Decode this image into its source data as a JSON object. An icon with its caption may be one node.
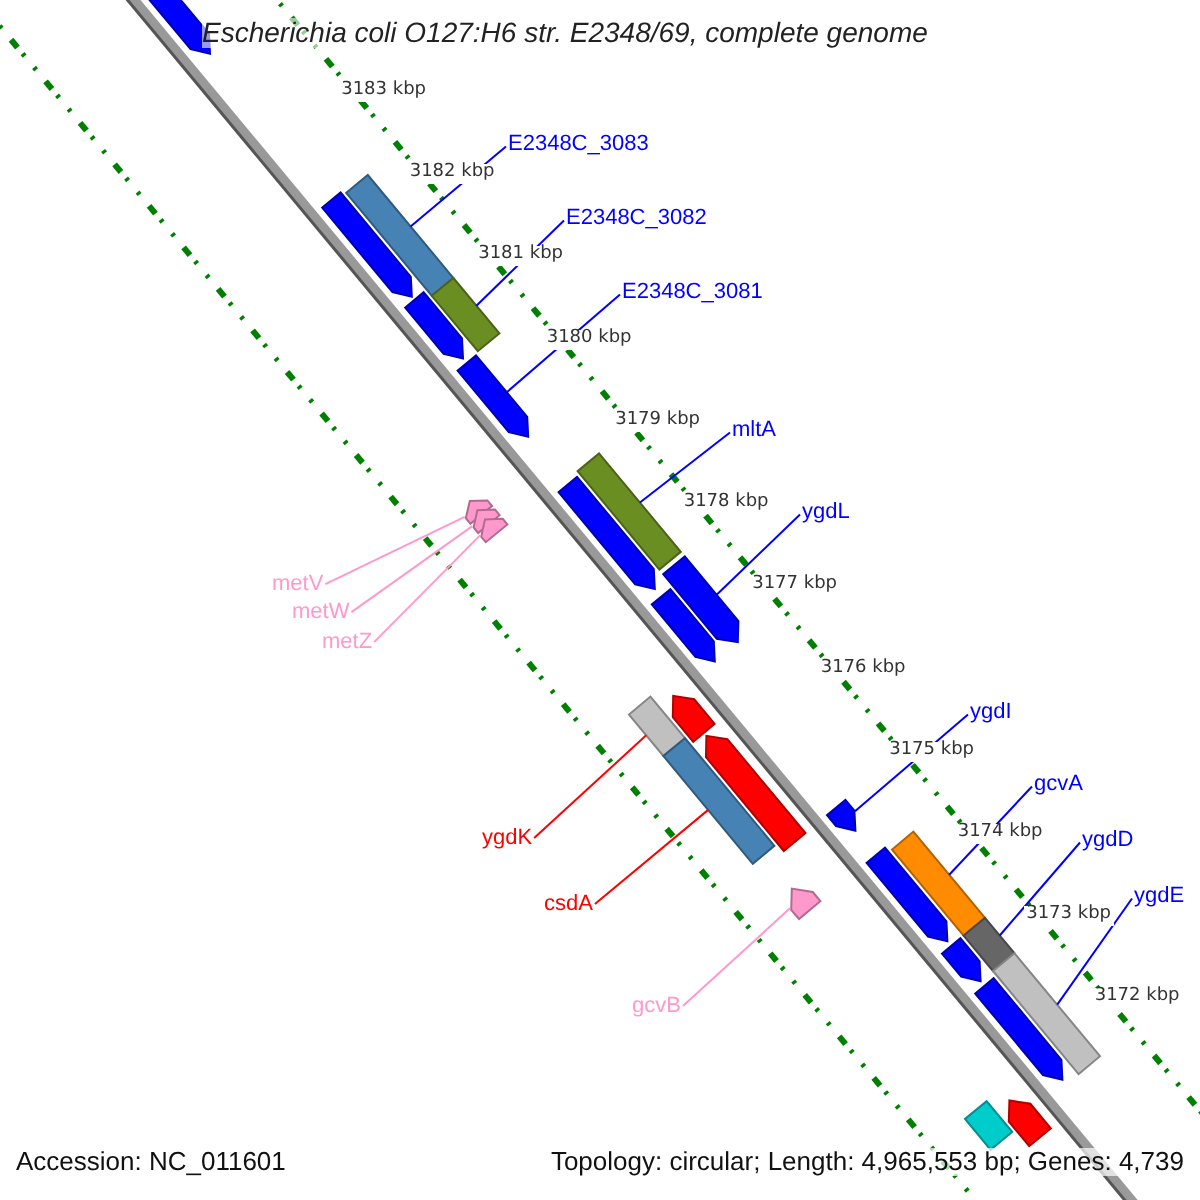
{
  "diagram": {
    "title": "Escherichia coli O127:H6 str. E2348/69, complete genome",
    "nodes": [
      {
        "text": [
          "E2348C_3083"
        ]
      },
      {
        "text": [],
        "shape": "bar"
      },
      {
        "text": [
          "E2348C_3082"
        ]
      },
      {
        "text": [],
        "shape": "bar"
      },
      {
        "text": [
          "E2348C_3081"
        ]
      },
      {
        "text": [],
        "shape": "arrow"
      },
      {
        "text": [
          "mltA"
        ]
      },
      {
        "text": [],
        "shape": "bar"
      },
      {
        "text": [
          "ygdL"
        ]
      },
      {
        "text": [],
        "shape": "arrow"
      },
      {
        "text": [
          "ygdI"
        ]
      },
      {
        "text": [],
        "shape": "arrow"
      },
      {
        "text": [
          "gcvA"
        ]
      },
      {
        "text": [],
        "shape": "bar"
      },
      {
        "text": [
          "ygdD"
        ]
      },
      {
        "text": [],
        "shape": "bar"
      },
      {
        "text": [
          "ygdE"
        ]
      },
      {
        "text": [],
        "shape": "bar"
      },
      {
        "text": [
          "metV"
        ]
      },
      {
        "text": [
          "metW"
        ]
      },
      {
        "text": [
          "metZ"
        ]
      },
      {
        "text": [],
        "shape": "arrow"
      },
      {
        "text": [],
        "shape": "arrow"
      },
      {
        "text": [],
        "shape": "arrow"
      },
      {
        "text": [
          "ygdK"
        ]
      },
      {
        "text": [],
        "shape": "bar"
      },
      {
        "text": [
          "csdA"
        ]
      },
      {
        "text": [],
        "shape": "bar"
      },
      {
        "text": [
          "gcvB"
        ]
      },
      {
        "text": [],
        "shape": "arrow"
      },
      {
        "text": [],
        "shape": "arrow"
      },
      {
        "text": [],
        "shape": "arrow"
      },
      {
        "text": [],
        "shape": "arrow"
      },
      {
        "text": [],
        "shape": "arrow"
      },
      {
        "text": [],
        "shape": "arrow"
      },
      {
        "text": [],
        "shape": "arrow"
      },
      {
        "text": [],
        "shape": "arrow"
      },
      {
        "text": [],
        "shape": "arrow"
      },
      {
        "text": [],
        "shape": "arrow"
      },
      {
        "text": [],
        "shape": "arrow"
      },
      {
        "text": [],
        "shape": "arrow"
      },
      {
        "text": [],
        "shape": "bar"
      }
    ],
    "edges": [
      {
        "from": 0,
        "to": 1,
        "arrow": "none"
      },
      {
        "from": 2,
        "to": 3,
        "arrow": "none"
      },
      {
        "from": 4,
        "to": 5,
        "arrow": "none"
      },
      {
        "from": 6,
        "to": 7,
        "arrow": "none"
      },
      {
        "from": 8,
        "to": 9,
        "arrow": "none"
      },
      {
        "from": 10,
        "to": 11,
        "arrow": "none"
      },
      {
        "from": 12,
        "to": 13,
        "arrow": "none"
      },
      {
        "from": 14,
        "to": 15,
        "arrow": "none"
      },
      {
        "from": 16,
        "to": 17,
        "arrow": "none"
      },
      {
        "from": 18,
        "to": 21,
        "arrow": "none",
        "color": "#ff99cc"
      },
      {
        "from": 19,
        "to": 22,
        "arrow": "none",
        "color": "#ff99cc"
      },
      {
        "from": 20,
        "to": 23,
        "arrow": "none",
        "color": "#ff99cc"
      },
      {
        "from": 24,
        "to": 25,
        "arrow": "none",
        "color": "#ff0000"
      },
      {
        "from": 26,
        "to": 27,
        "arrow": "none",
        "color": "#ff0000"
      },
      {
        "from": 28,
        "to": 29,
        "arrow": "none",
        "color": "#ff99cc"
      }
    ],
    "labels": [
      "3183 kbp",
      "3182 kbp",
      "3181 kbp",
      "3180 kbp",
      "3179 kbp",
      "3178 kbp",
      "3177 kbp",
      "3176 kbp",
      "3175 kbp",
      "3174 kbp",
      "3173 kbp",
      "3172 kbp",
      "Accession: NC_011601",
      "Topology: circular; Length: 4,965,553 bp; Genes: 4,739"
    ]
  }
}
